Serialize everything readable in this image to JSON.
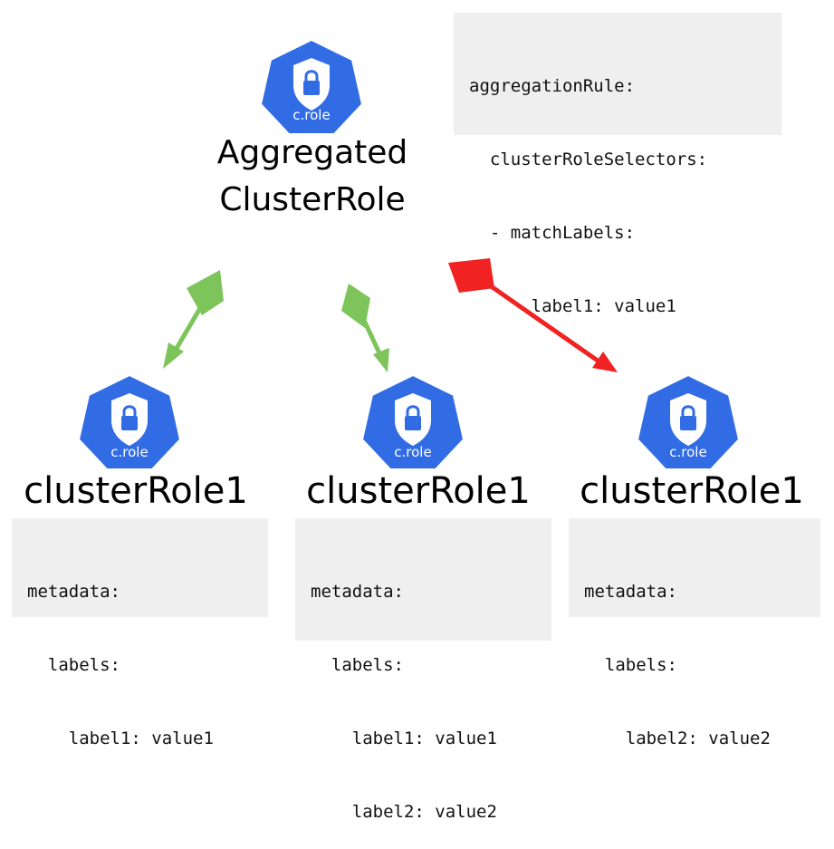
{
  "colors": {
    "icon_blue": "#326ce5",
    "green_arrow": "#7dc45a",
    "red_arrow": "#f02222",
    "code_bg": "#efefef"
  },
  "aggregated": {
    "icon_label": "c.role",
    "title_line1": "Aggregated",
    "title_line2": "ClusterRole",
    "code": [
      "aggregationRule:",
      "  clusterRoleSelectors:",
      "  - matchLabels:",
      "      label1: value1"
    ]
  },
  "roles": [
    {
      "icon_label": "c.role",
      "title": "clusterRole1",
      "code": [
        "metadata:",
        "  labels:",
        "    label1: value1"
      ]
    },
    {
      "icon_label": "c.role",
      "title": "clusterRole1",
      "code": [
        "metadata:",
        "  labels:",
        "    label1: value1",
        "    label2: value2"
      ]
    },
    {
      "icon_label": "c.role",
      "title": "clusterRole1",
      "code": [
        "metadata:",
        "  labels:",
        "    label2: value2"
      ]
    }
  ]
}
